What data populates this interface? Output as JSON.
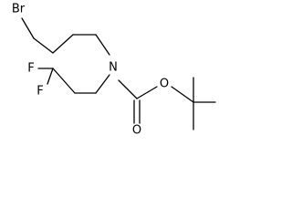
{
  "molecule": {
    "atoms": {
      "bromine": "Br",
      "fluorine_upper": "F",
      "fluorine_lower": "F",
      "ring_nitrogen": "N",
      "ester_oxygen": "O",
      "carbonyl_oxygen": "O"
    }
  }
}
